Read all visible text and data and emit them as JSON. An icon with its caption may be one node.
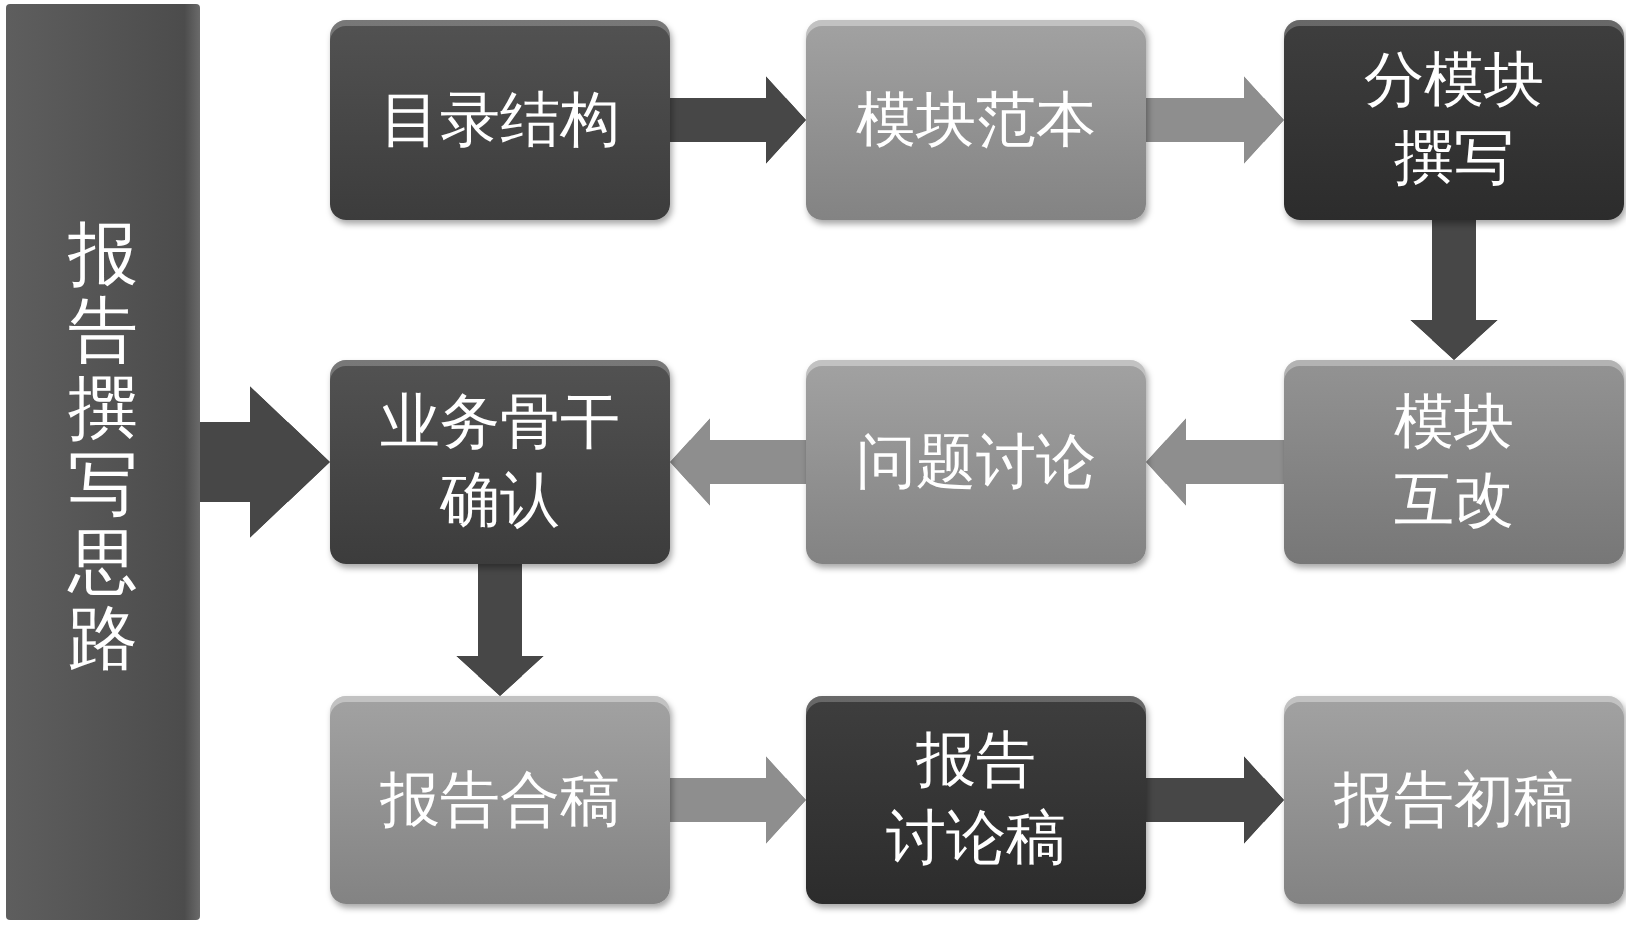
{
  "diagram": {
    "nodes": [
      {
        "text": [
          "报告撰写思路"
        ]
      },
      {
        "text": [
          "目录结构"
        ]
      },
      {
        "text": [
          "模块范本"
        ]
      },
      {
        "text": [
          "分模块撰写"
        ]
      },
      {
        "text": [
          "业务骨干确认"
        ]
      },
      {
        "text": [
          "问题讨论"
        ]
      },
      {
        "text": [
          "模块互改"
        ]
      },
      {
        "text": [
          "报告合稿"
        ]
      },
      {
        "text": [
          "报告讨论稿"
        ]
      },
      {
        "text": [
          "报告初稿"
        ]
      }
    ],
    "edges": [
      {
        "from": 0,
        "to": 4,
        "arrow": "to",
        "style": "thick"
      },
      {
        "from": 1,
        "to": 2,
        "arrow": "to"
      },
      {
        "from": 2,
        "to": 3,
        "arrow": "to",
        "color": "#8e8e8e"
      },
      {
        "from": 3,
        "to": 6,
        "arrow": "to"
      },
      {
        "from": 6,
        "to": 5,
        "arrow": "to",
        "color": "#8e8e8e"
      },
      {
        "from": 5,
        "to": 4,
        "arrow": "to",
        "color": "#8e8e8e"
      },
      {
        "from": 4,
        "to": 7,
        "arrow": "to"
      },
      {
        "from": 7,
        "to": 8,
        "arrow": "to",
        "color": "#8e8e8e"
      },
      {
        "from": 8,
        "to": 9,
        "arrow": "to"
      }
    ]
  }
}
